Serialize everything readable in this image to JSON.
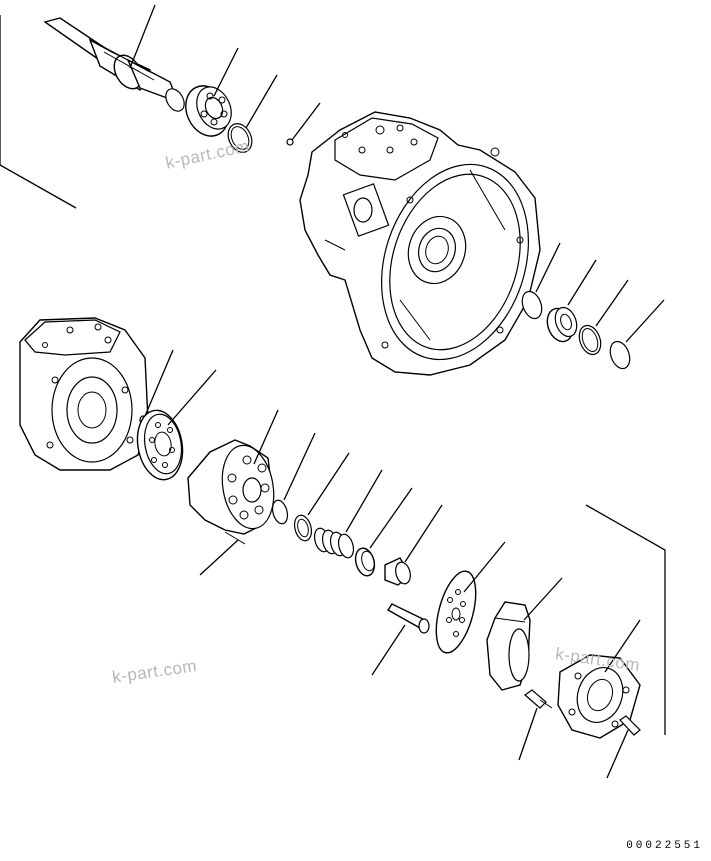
{
  "watermarks": [
    "k-part.com",
    "k-part.com",
    "k-part.com"
  ],
  "document_number": "00022551"
}
